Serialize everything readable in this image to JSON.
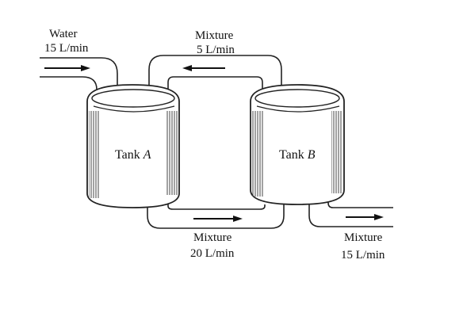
{
  "labels": {
    "water_inflow": {
      "line1": "Water",
      "line2": "15 L/min"
    },
    "mixture_b_to_a": {
      "line1": "Mixture",
      "line2": "5 L/min"
    },
    "mixture_a_to_b": {
      "line1": "Mixture",
      "line2": "20 L/min"
    },
    "mixture_outflow": {
      "line1": "Mixture",
      "line2": "15 L/min"
    }
  },
  "tanks": {
    "a": {
      "prefix": "Tank ",
      "letter": "A"
    },
    "b": {
      "prefix": "Tank ",
      "letter": "B"
    }
  }
}
